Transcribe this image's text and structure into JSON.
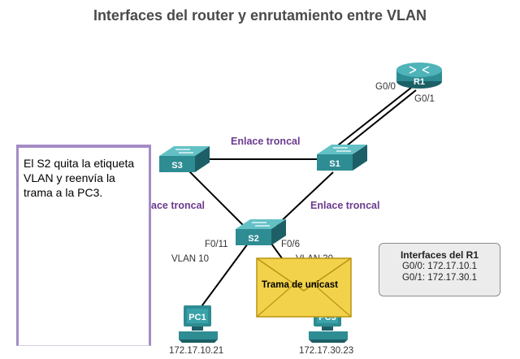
{
  "title": "Interfaces del router y enrutamiento entre VLAN",
  "callout": {
    "text": "El S2 quita la etiqueta VLAN y reenvía la trama a la PC3."
  },
  "links": {
    "s3_s1": "Enlace troncal",
    "s3_s2": "ace troncal",
    "s1_s2": "Enlace troncal"
  },
  "devices": {
    "r1": {
      "label": "R1"
    },
    "s1": {
      "label": "S1"
    },
    "s2": {
      "label": "S2"
    },
    "s3": {
      "label": "S3"
    },
    "pc1": {
      "label": "PC1",
      "ip": "172.17.10.21"
    },
    "pc3": {
      "label": "PC3",
      "ip": "172.17.30.23"
    }
  },
  "ports": {
    "r1_g00": "G0/0",
    "r1_g01": "G0/1",
    "s2_f011": "F0/11",
    "s2_f06": "F0/6",
    "vlan10": "VLAN 10",
    "vlan30": "VLAN 30"
  },
  "envelope": {
    "label": "Trama de unicast"
  },
  "legend": {
    "title": "Interfaces del R1",
    "lines": [
      "G0/0: 172.17.10.1",
      "G0/1: 172.17.30.1"
    ]
  },
  "colors": {
    "device_teal": "#2e8c93",
    "device_dark": "#1c5f66",
    "link_purple": "#6b3a8f",
    "callout_border": "#a48cc6",
    "envelope_yellow": "#f2d24b"
  }
}
